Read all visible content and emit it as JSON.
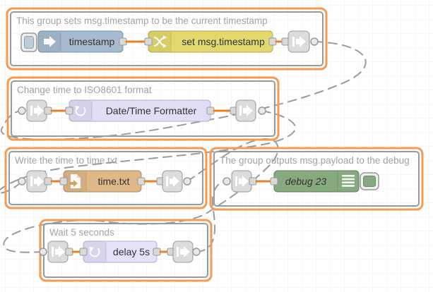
{
  "app": {
    "name": "Node-RED flow editor canvas"
  },
  "colors": {
    "group_selection_border": "#f59a50",
    "group_border": "#999999",
    "wire_selected": "#ee7d1e",
    "link_wire": "#9b9b9b",
    "node_inject": "#a6bbcf",
    "node_change": "#e2d96e",
    "node_formatter": "#e2dcf5",
    "node_delay": "#e6e0f8",
    "node_file": "#deb887",
    "node_debug": "#87a980",
    "node_link": "#dcdcdc",
    "port": "#d9d9d9",
    "grid": "#ececec",
    "node_label": "#333333",
    "group_title": "#a3a3a3"
  },
  "groups": [
    {
      "title": "This group sets msg.timestamp to be the current timestamp"
    },
    {
      "title": "Change time to ISO8601 format"
    },
    {
      "title": "Write the time to time.txt"
    },
    {
      "title": "The group outputs msg.payload to the debug"
    },
    {
      "title": "Wait 5 seconds"
    }
  ],
  "nodes": {
    "inject_label": "timestamp",
    "change_label": "set msg.timestamp",
    "formatter_label": "Date/Time Formatter",
    "file_label": "time.txt",
    "debug_label": "debug 23",
    "delay_label": "delay 5s"
  }
}
